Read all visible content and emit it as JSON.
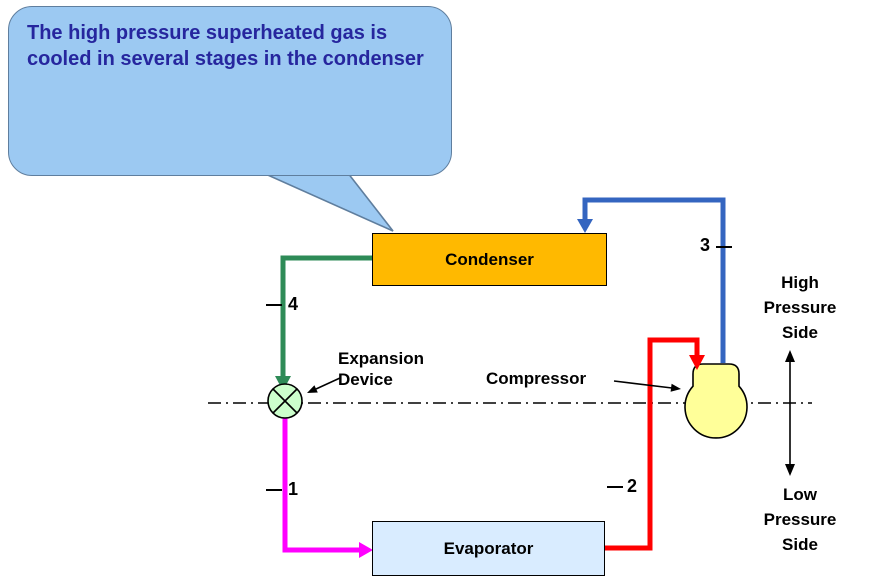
{
  "callout": {
    "text": "The high pressure superheated gas is cooled in several stages in the condenser",
    "bg": "#9CC9F2",
    "border": "#5F7E9E",
    "text_color": "#26269E"
  },
  "components": {
    "condenser": {
      "label": "Condenser",
      "fill": "#FFB900"
    },
    "evaporator": {
      "label": "Evaporator",
      "fill": "#D9ECFF"
    },
    "compressor": {
      "label": "Compressor",
      "fill": "#FFFF99"
    },
    "expansion_device": {
      "label": "Expansion Device",
      "fill": "#CCFFCC"
    }
  },
  "points": {
    "p1": "1",
    "p2": "2",
    "p3": "3",
    "p4": "4"
  },
  "sides": {
    "high": "High Pressure Side",
    "low": "Low Pressure Side"
  },
  "pipes": {
    "p1_color": "#FF00FF",
    "p2_color": "#FF0000",
    "p3_color": "#3465C0",
    "p4_color": "#2E8B57"
  }
}
